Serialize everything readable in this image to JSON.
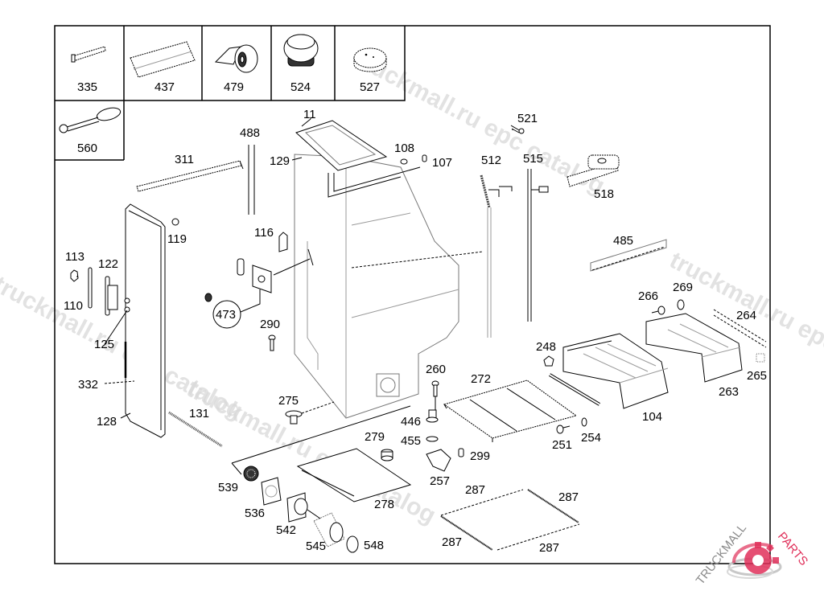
{
  "diagram": {
    "title": "Parts exploded view",
    "inset_parts": [
      {
        "id": "inset-335",
        "label": "335"
      },
      {
        "id": "inset-437",
        "label": "437"
      },
      {
        "id": "inset-479",
        "label": "479"
      },
      {
        "id": "inset-524",
        "label": "524"
      },
      {
        "id": "inset-527",
        "label": "527"
      },
      {
        "id": "inset-560",
        "label": "560"
      }
    ],
    "callouts": {
      "c11": "11",
      "c488": "488",
      "c311": "311",
      "c129": "129",
      "c108": "108",
      "c107": "107",
      "c521": "521",
      "c512": "512",
      "c515": "515",
      "c518": "518",
      "c485": "485",
      "c119": "119",
      "c116": "116",
      "c113": "113",
      "c122": "122",
      "c110": "110",
      "c473": "473",
      "c290": "290",
      "c125": "125",
      "c266": "266",
      "c269": "269",
      "c264": "264",
      "c248": "248",
      "c265": "265",
      "c263": "263",
      "c104": "104",
      "c332": "332",
      "c128": "128",
      "c131": "131",
      "c275": "275",
      "c260": "260",
      "c272": "272",
      "c446": "446",
      "c455": "455",
      "c279": "279",
      "c299": "299",
      "c251": "251",
      "c254": "254",
      "c257": "257",
      "c539": "539",
      "c536": "536",
      "c278": "278",
      "c542": "542",
      "c545": "545",
      "c548": "548",
      "c287a": "287",
      "c287b": "287",
      "c287c": "287",
      "c287d": "287"
    }
  },
  "watermarks": {
    "text1": "truckmall.ru epc catalog",
    "text2": "truckmall.ru epc catalog",
    "text3": "truckmall.ru epc catalog",
    "text4": "truckmall.ru epc catalog"
  },
  "logo": {
    "brand_left": "TRUCKMALL",
    "brand_right": "PARTS",
    "accent_color": "#e0305a"
  }
}
